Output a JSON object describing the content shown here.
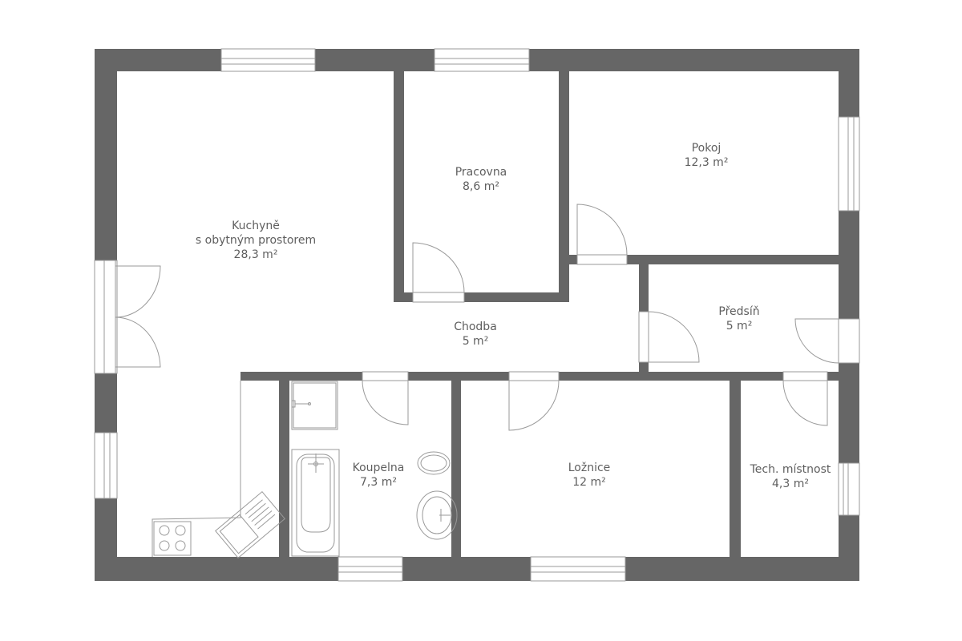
{
  "plan": {
    "wall_color": "#666666",
    "line_color": "#9a9a9a",
    "background": "#ffffff"
  },
  "rooms": [
    {
      "id": "kitchen",
      "name": "Kuchyně",
      "name2": "s obytným prostorem",
      "area": "28,3 m²"
    },
    {
      "id": "study",
      "name": "Pracovna",
      "area": "8,6 m²"
    },
    {
      "id": "room",
      "name": "Pokoj",
      "area": "12,3 m²"
    },
    {
      "id": "corridor",
      "name": "Chodba",
      "area": "5 m²"
    },
    {
      "id": "hall",
      "name": "Předsíň",
      "area": "5 m²"
    },
    {
      "id": "bathroom",
      "name": "Koupelna",
      "area": "7,3 m²"
    },
    {
      "id": "bedroom",
      "name": "Ložnice",
      "area": "12 m²"
    },
    {
      "id": "tech",
      "name": "Tech. místnost",
      "area": "4,3 m²"
    }
  ]
}
